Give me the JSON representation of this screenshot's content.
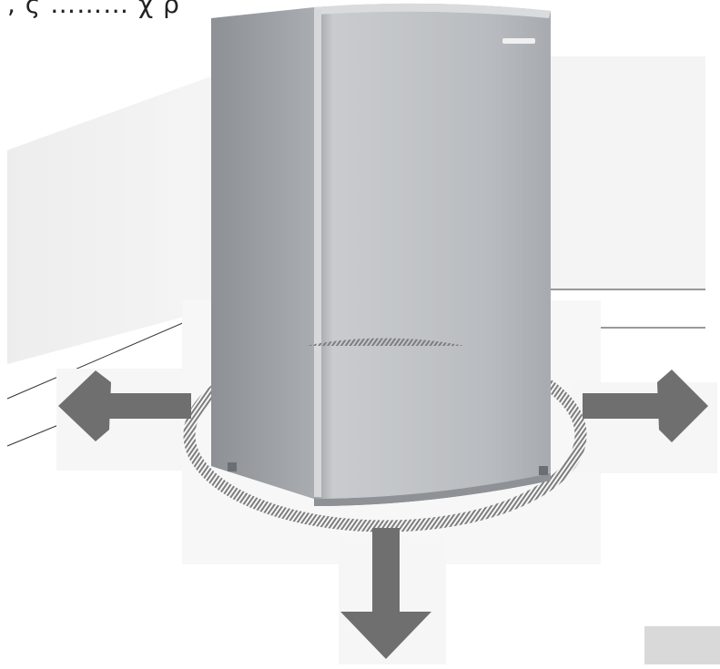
{
  "illustration": {
    "subject": "refrigerator",
    "clearance_directions": [
      "left",
      "right",
      "front"
    ],
    "colors": {
      "fridge_body": "#b9bcbf",
      "fridge_highlight": "#d8dadc",
      "fridge_shadow": "#8f9296",
      "arrow": "#6f6f6f",
      "wall": "#f1f1f1",
      "floor_line": "#333333",
      "hatch_ring": "#8a8a8a"
    },
    "icons": [
      "arrow-left-icon",
      "arrow-right-icon",
      "arrow-down-icon",
      "clearance-ring-icon"
    ]
  },
  "header_fragment": ", ς ……… χ ρ"
}
